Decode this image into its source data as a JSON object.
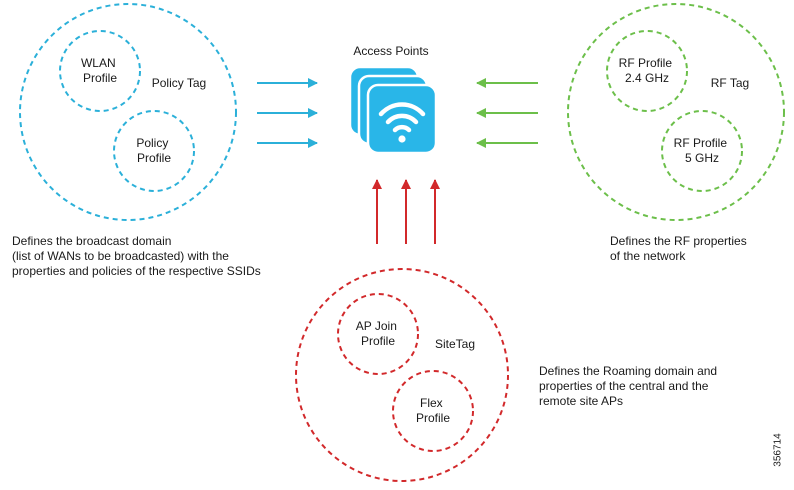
{
  "access_points": {
    "label": "Access Points"
  },
  "policy_tag": {
    "label": "Policy Tag",
    "profiles": [
      {
        "lines": [
          "WLAN",
          "Profile"
        ]
      },
      {
        "lines": [
          "Policy",
          "Profile"
        ]
      }
    ],
    "caption": [
      "Defines the broadcast domain",
      "(list of WANs to be broadcasted) with the",
      "properties and policies of the respective SSIDs"
    ]
  },
  "rf_tag": {
    "label": "RF Tag",
    "profiles": [
      {
        "lines": [
          "RF Profile",
          "2.4 GHz"
        ]
      },
      {
        "lines": [
          "RF Profile",
          "5 GHz"
        ]
      }
    ],
    "caption": [
      "Defines the RF properties",
      "of the network"
    ]
  },
  "site_tag": {
    "label": "SiteTag",
    "profiles": [
      {
        "lines": [
          "AP Join",
          "Profile"
        ]
      },
      {
        "lines": [
          "Flex",
          "Profile"
        ]
      }
    ],
    "caption": [
      "Defines the Roaming domain and",
      "properties of the central and the",
      "remote site APs"
    ]
  },
  "figure_id": "356714",
  "colors": {
    "policy": "#2bb0d9",
    "rf": "#6cbf4a",
    "site": "#d2292b",
    "ap_fill": "#29b6e8",
    "ap_stroke": "#ffffff"
  },
  "icons": {
    "access_point": "wifi-icon"
  }
}
